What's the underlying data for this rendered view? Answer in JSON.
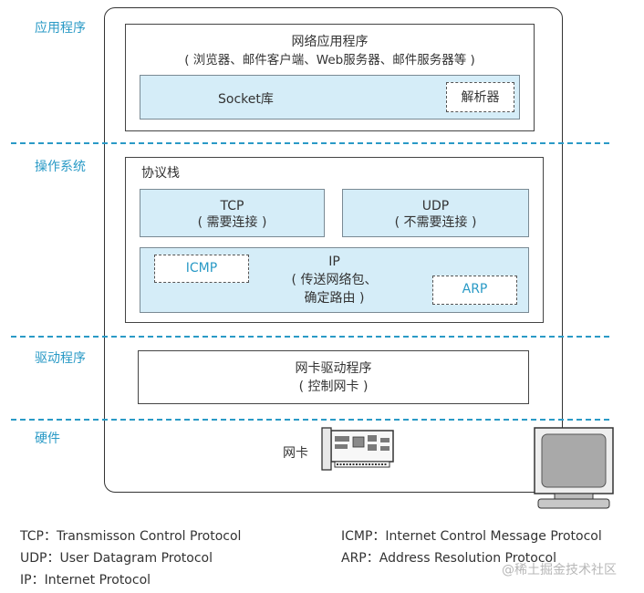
{
  "layers": {
    "app": "应用程序",
    "os": "操作系统",
    "driver": "驱动程序",
    "hardware": "硬件"
  },
  "app_box": {
    "title": "网络应用程序",
    "subtitle": "( 浏览器、邮件客户端、Web服务器、邮件服务器等 )",
    "socket_lib": "Socket库",
    "resolver": "解析器"
  },
  "stack": {
    "title": "协议栈",
    "tcp_name": "TCP",
    "tcp_desc": "( 需要连接 )",
    "udp_name": "UDP",
    "udp_desc": "( 不需要连接 )",
    "ip_name": "IP",
    "ip_desc_1": "( 传送网络包、",
    "ip_desc_2": "确定路由 )",
    "icmp": "ICMP",
    "arp": "ARP"
  },
  "driver_box": {
    "line1": "网卡驱动程序",
    "line2": "( 控制网卡 )"
  },
  "hardware": {
    "nic_label": "网卡"
  },
  "legend": [
    "TCP：Transmisson Control Protocol",
    "UDP：User Datagram Protocol",
    "IP：Internet Protocol",
    "ICMP：Internet Control Message Protocol",
    "ARP：Address Resolution Protocol"
  ],
  "watermark": "@稀土掘金技术社区",
  "colors": {
    "accent": "#2a9ac6",
    "fill": "#d5edf8"
  },
  "icons": [
    "network-card-icon",
    "monitor-icon"
  ]
}
